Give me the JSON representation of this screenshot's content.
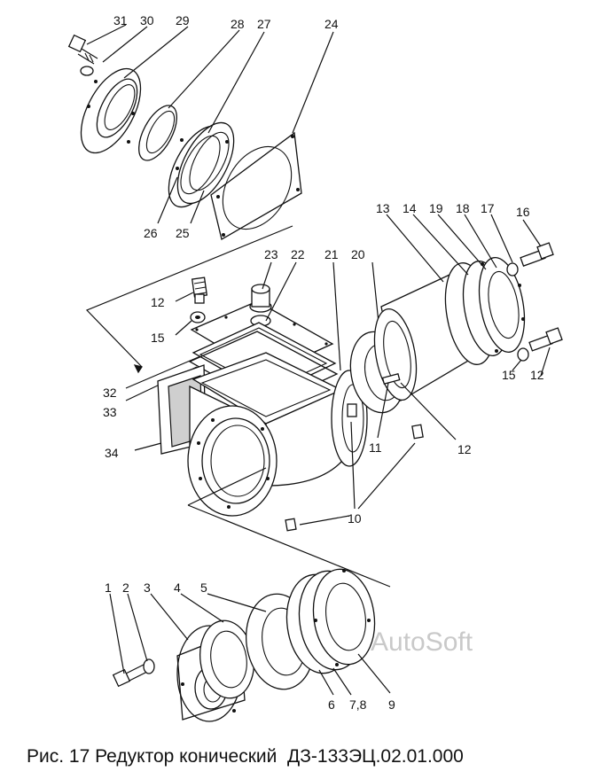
{
  "caption": "Рис. 17 Редуктор конический  ДЗ-133ЭЦ.02.01.000",
  "watermark": "AutoSoft",
  "callouts": {
    "c31": "31",
    "c30": "30",
    "c29": "29",
    "c28": "28",
    "c27": "27",
    "c24": "24",
    "c26": "26",
    "c25": "25",
    "c13": "13",
    "c14": "14",
    "c19": "19",
    "c18": "18",
    "c17": "17",
    "c16": "16",
    "c23": "23",
    "c22": "22",
    "c21": "21",
    "c20": "20",
    "c12a": "12",
    "c15a": "15",
    "c15b": "15",
    "c12b": "12",
    "c32": "32",
    "c33": "33",
    "c11": "11",
    "c12c": "12",
    "c34": "34",
    "c10": "10",
    "c1": "1",
    "c2": "2",
    "c3": "3",
    "c4": "4",
    "c5": "5",
    "c6": "6",
    "c78": "7,8",
    "c9": "9"
  }
}
